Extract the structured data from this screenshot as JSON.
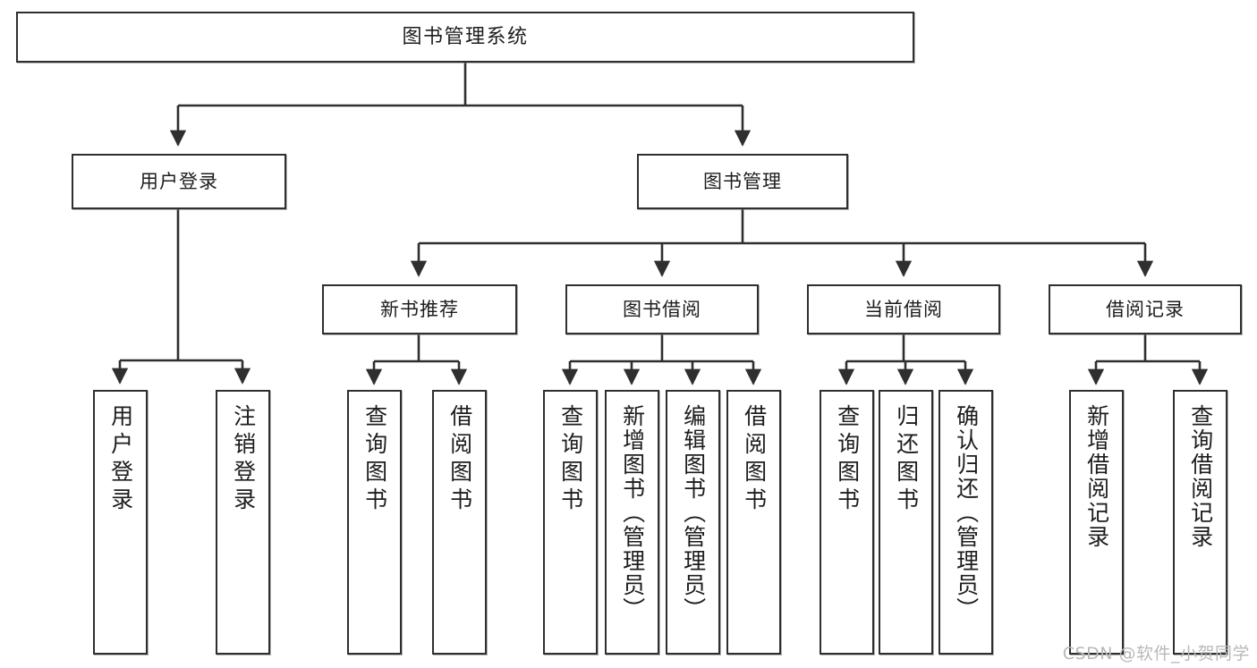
{
  "diagram": {
    "title": "图书管理系统",
    "watermark": "CSDN @软件_小贺同学",
    "line_color": "#2f2f2f",
    "box_fill": "#ffffff",
    "text_color": "#1d1d1d",
    "watermark_color": "#b9b9b9"
  },
  "nodes": {
    "root": {
      "label": "图书管理系统"
    },
    "level2": [
      {
        "label": "用户登录"
      },
      {
        "label": "图书管理"
      }
    ],
    "level3": [
      {
        "label": "新书推荐"
      },
      {
        "label": "图书借阅"
      },
      {
        "label": "当前借阅"
      },
      {
        "label": "借阅记录"
      }
    ],
    "leaves": {
      "user_login": [
        {
          "label": "用户登录"
        },
        {
          "label": "注销登录"
        }
      ],
      "new_book_recommend": [
        {
          "label": "查询图书"
        },
        {
          "label": "借阅图书"
        }
      ],
      "book_borrow": [
        {
          "label": "查询图书"
        },
        {
          "label": "新增图书（管理员）"
        },
        {
          "label": "编辑图书（管理员）"
        },
        {
          "label": "借阅图书"
        }
      ],
      "current_borrow": [
        {
          "label": "查询图书"
        },
        {
          "label": "归还图书"
        },
        {
          "label": "确认归还（管理员）"
        }
      ],
      "borrow_record": [
        {
          "label": "新增借阅记录"
        },
        {
          "label": "查询借阅记录"
        }
      ]
    }
  }
}
